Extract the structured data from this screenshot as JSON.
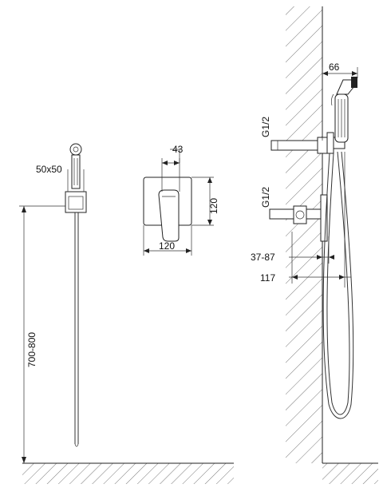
{
  "dimensions": {
    "holder_size": "50x50",
    "hose_height": "700-800",
    "mixer_depth": "43",
    "mixer_height": "120",
    "mixer_width": "120",
    "sprayer_depth": "66",
    "thread_upper": "G1/2",
    "thread_lower": "G1/2",
    "wall_offset": "37-87",
    "total_depth": "117"
  }
}
